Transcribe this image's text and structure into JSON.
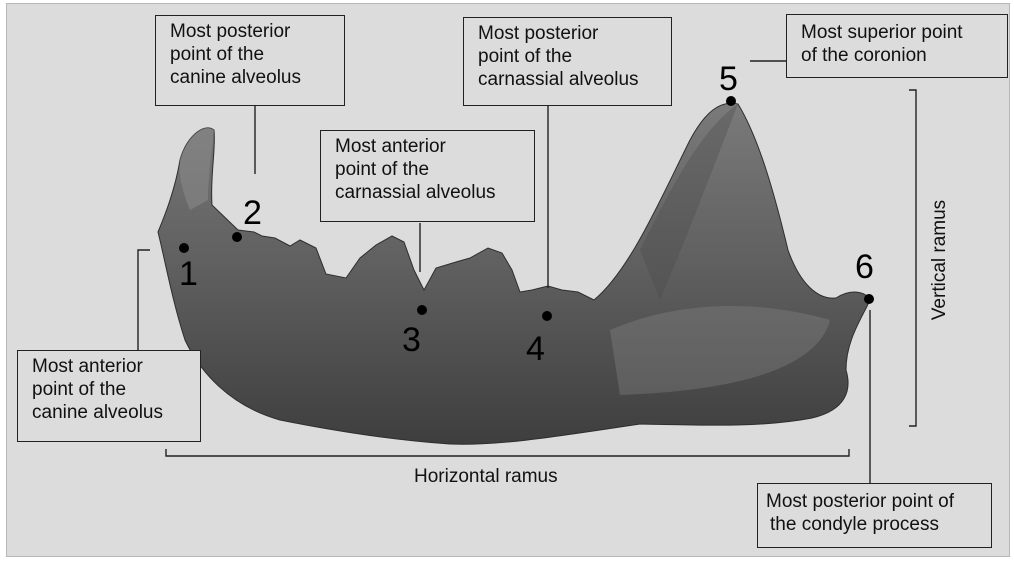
{
  "labels": {
    "canine_posterior": [
      "Most posterior",
      "point of the",
      "canine alveolus"
    ],
    "carnassial_posterior": [
      "Most posterior",
      "point of the",
      "carnassial alveolus"
    ],
    "coronion": [
      "Most superior point",
      "of the coronion"
    ],
    "carnassial_anterior": [
      "Most anterior",
      "point of the",
      "carnassial alveolus"
    ],
    "canine_anterior": [
      "Most anterior",
      "point of the",
      "canine alveolus"
    ],
    "condyle": [
      "Most posterior point of",
      "the condyle process"
    ]
  },
  "points": [
    "1",
    "2",
    "3",
    "4",
    "5",
    "6"
  ],
  "horizontal_ramus": "Horizontal ramus",
  "vertical_ramus": "Vertical ramus",
  "colors": {
    "background": "#dcdcdc",
    "bone": "#5a5a5a",
    "marker": "#000000"
  }
}
